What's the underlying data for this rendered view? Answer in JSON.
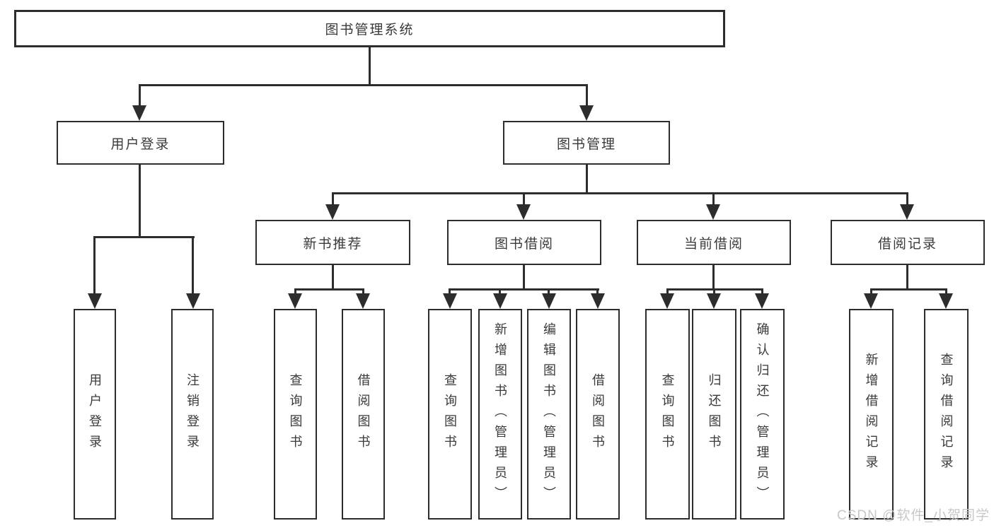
{
  "tree": {
    "root": {
      "label": "图书管理系统",
      "children": [
        {
          "label": "用户登录",
          "children": [
            {
              "label": "用户登录"
            },
            {
              "label": "注销登录"
            }
          ]
        },
        {
          "label": "图书管理",
          "children": [
            {
              "label": "新书推荐",
              "children": [
                {
                  "label": "查询图书"
                },
                {
                  "label": "借阅图书"
                }
              ]
            },
            {
              "label": "图书借阅",
              "children": [
                {
                  "label": "查询图书"
                },
                {
                  "label": "新增图书（管理员）"
                },
                {
                  "label": "编辑图书（管理员）"
                },
                {
                  "label": "借阅图书"
                }
              ]
            },
            {
              "label": "当前借阅",
              "children": [
                {
                  "label": "查询图书"
                },
                {
                  "label": "归还图书"
                },
                {
                  "label": "确认归还（管理员）"
                }
              ]
            },
            {
              "label": "借阅记录",
              "children": [
                {
                  "label": "新增借阅记录"
                },
                {
                  "label": "查询借阅记录"
                }
              ]
            }
          ]
        }
      ]
    }
  },
  "watermark": {
    "text": "CSDN @软件_小贺同学"
  },
  "colors": {
    "background": "#ffffff",
    "line": "#2d2d2d",
    "box_border": "#2d2d2d",
    "text": "#3a3a3a",
    "watermark": "#c8c8c8"
  }
}
